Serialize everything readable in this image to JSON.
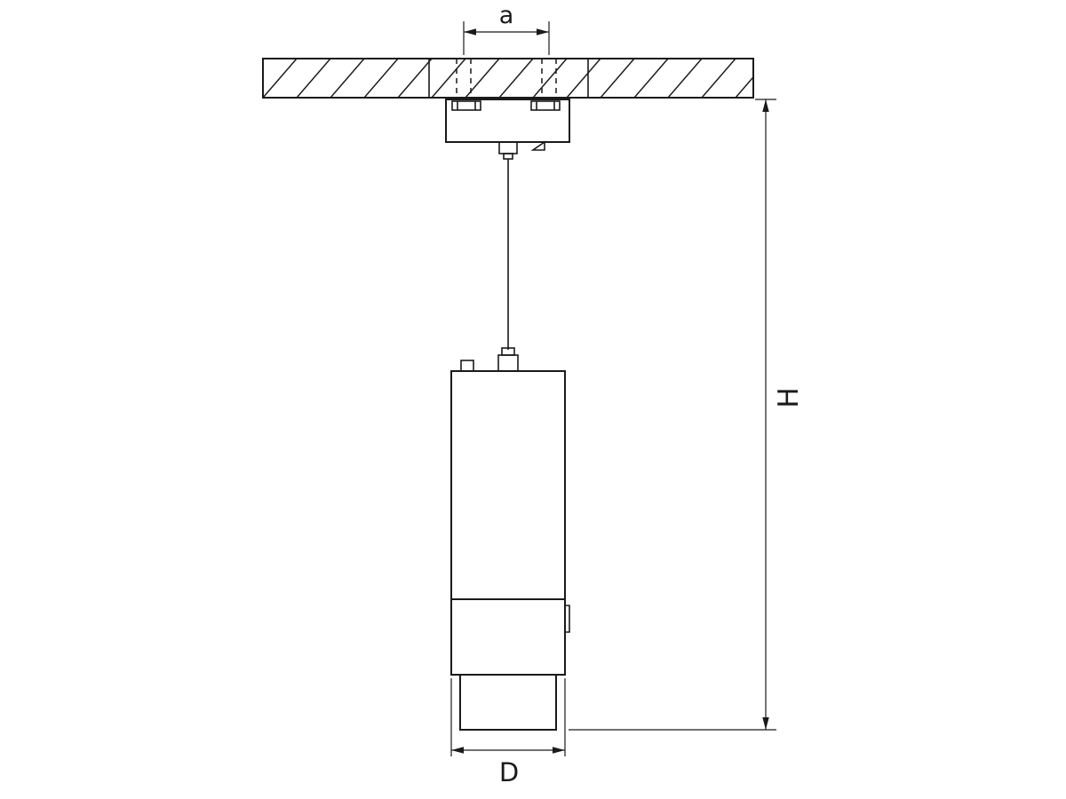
{
  "diagram": {
    "labels": {
      "spacing": "a",
      "height": "H",
      "diameter": "D"
    },
    "colors": {
      "line": "#1a1a1a",
      "background": "#ffffff"
    }
  }
}
